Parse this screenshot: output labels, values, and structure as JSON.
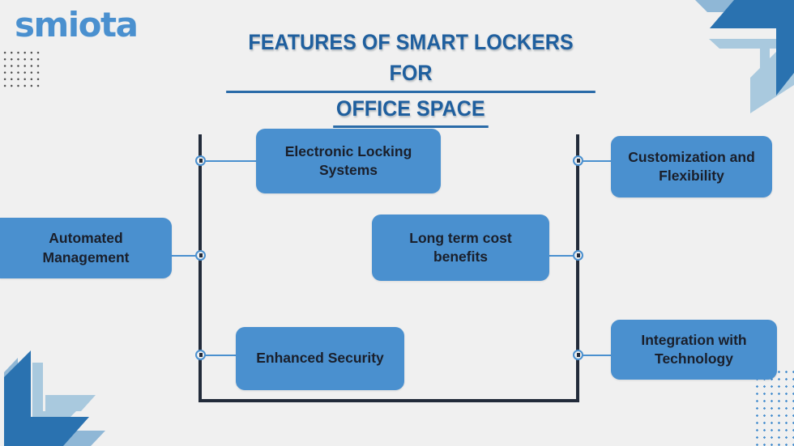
{
  "brand": {
    "logo_text": "smiota",
    "logo_color": "#4a90cf"
  },
  "header": {
    "title_line1": "FEATURES OF SMART LOCKERS FOR",
    "title_line2": "OFFICE SPACE",
    "title_color": "#1f5f9e"
  },
  "canvas": {
    "background_color": "#f0f0f0",
    "bracket_color": "#222b3a",
    "connector_color": "#4a90cf",
    "box_fill_color": "#4a90cf",
    "box_text_color": "#1a1f2b"
  },
  "diagram": {
    "type": "bracket-feature-list",
    "features": [
      {
        "id": "electronic-locking-systems",
        "label": "Electronic Locking Systems",
        "side": "left",
        "row": "top"
      },
      {
        "id": "automated-management",
        "label": "Automated Management",
        "side": "left",
        "row": "middle"
      },
      {
        "id": "enhanced-security",
        "label": "Enhanced Security",
        "side": "left",
        "row": "bottom"
      },
      {
        "id": "customization-and-flexibility",
        "label": "Customization and Flexibility",
        "side": "right",
        "row": "top"
      },
      {
        "id": "long-term-cost-benefits",
        "label": "Long term cost benefits",
        "side": "right",
        "row": "middle"
      },
      {
        "id": "integration-with-technology",
        "label": "Integration with Technology",
        "side": "right",
        "row": "bottom"
      }
    ]
  },
  "decorations": {
    "chevron_top_right": "chevron-arrow-cluster",
    "chevron_bottom_left": "chevron-arrow-cluster",
    "dots_top_left": "dot-grid",
    "dots_bottom_right": "dot-grid",
    "chevron_colors": [
      "#2a72b0",
      "#a9c9de",
      "#8fb7d6"
    ]
  }
}
